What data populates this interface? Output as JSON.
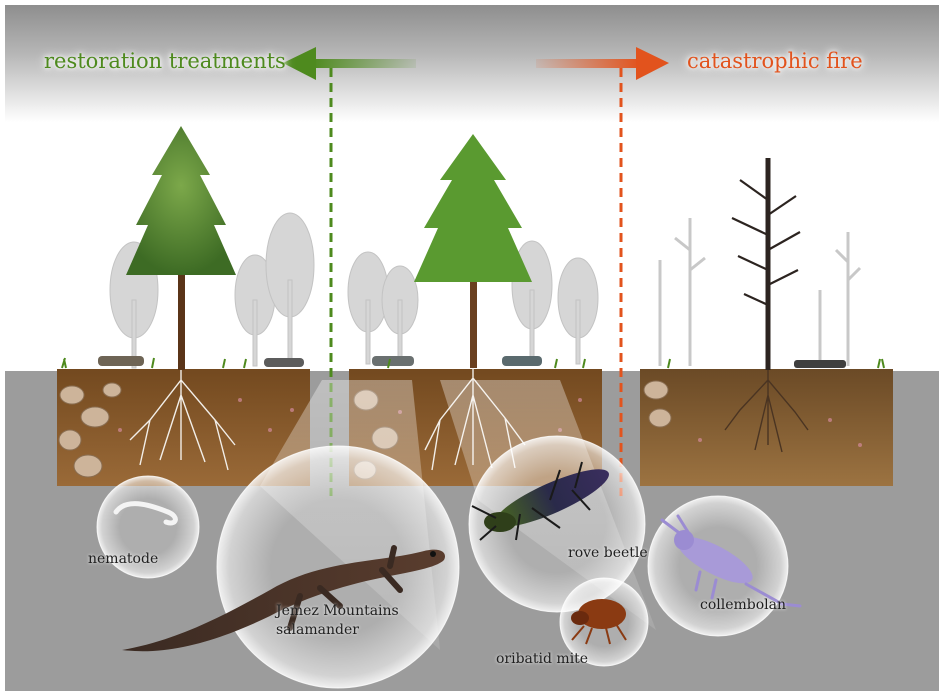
{
  "header": {
    "left_label": "restoration treatments",
    "right_label": "catastrophic fire"
  },
  "colors": {
    "restoration": "#4e8a1e",
    "fire": "#e2531d",
    "soil": "#8a5a2e",
    "background": "#9d9d9d"
  },
  "organisms": {
    "nematode": "nematode",
    "salamander_line1": "Jemez Mountains",
    "salamander_line2": "salamander",
    "rove_beetle": "rove beetle",
    "oribatid_mite": "oribatid mite",
    "collembolan": "collembolan"
  },
  "panels": [
    "restored-forest",
    "untreated-forest",
    "burned-forest"
  ]
}
